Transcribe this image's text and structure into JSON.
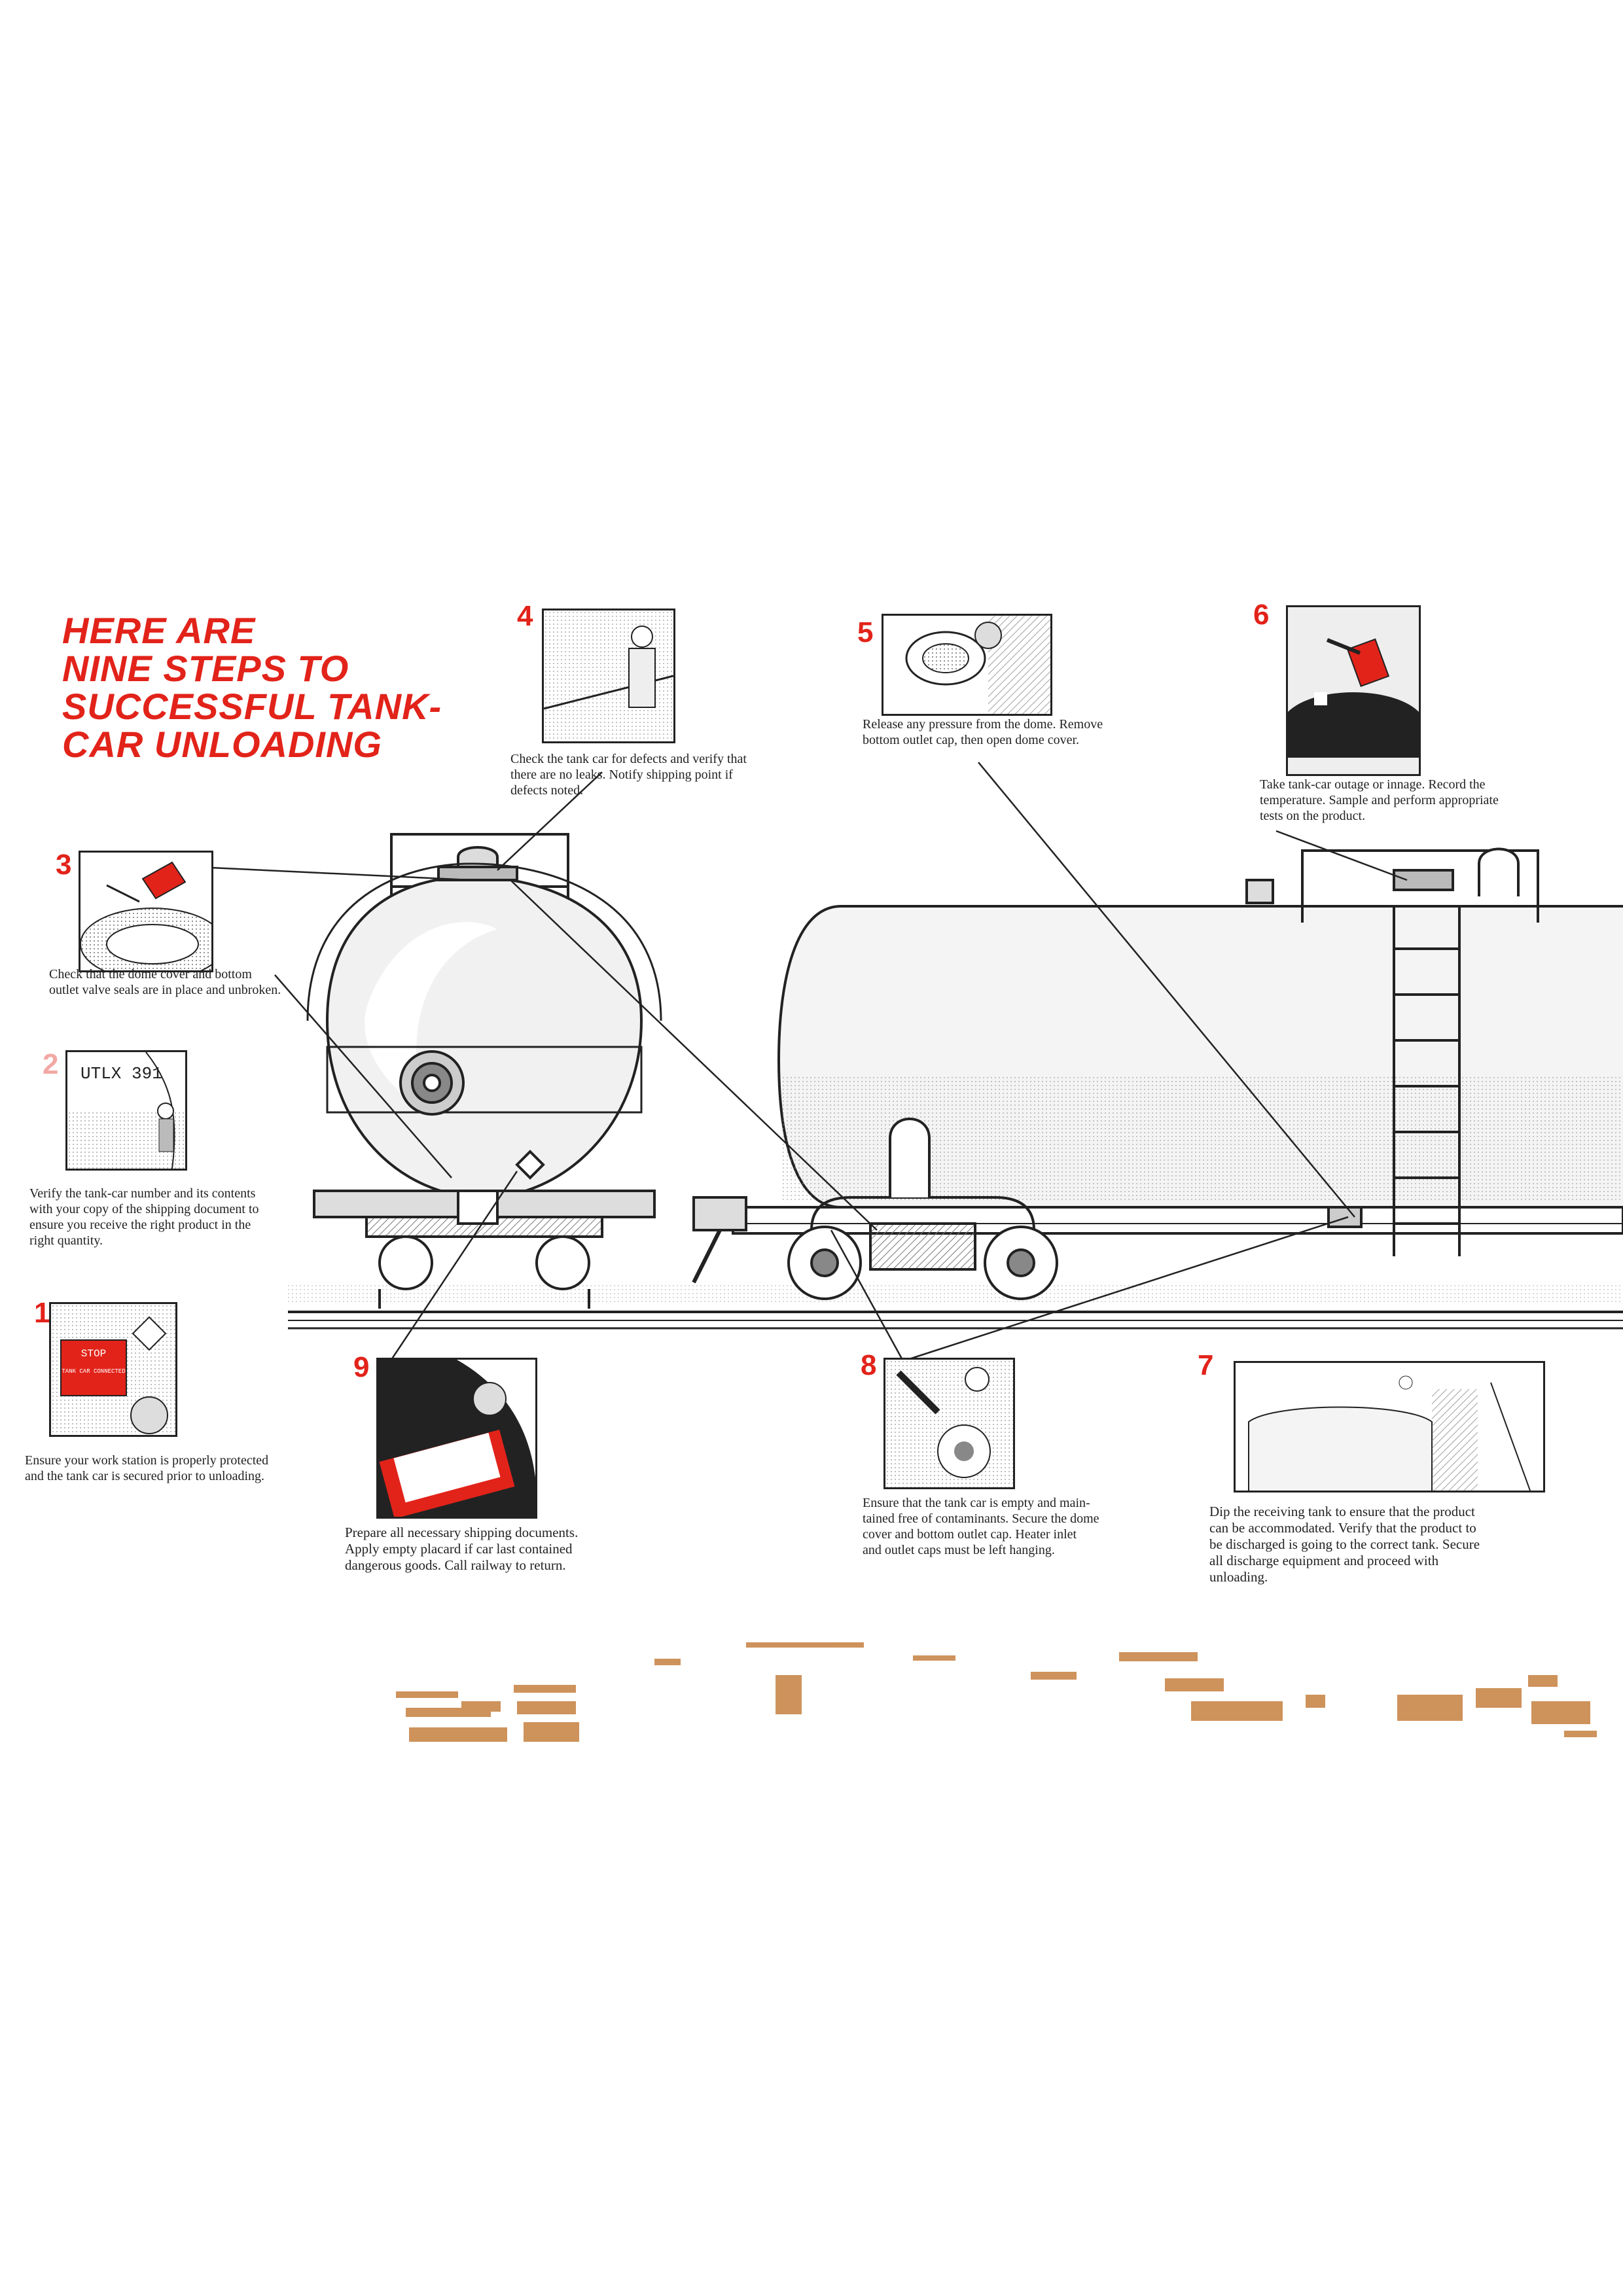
{
  "title_lines": [
    "HERE ARE",
    "NINE STEPS TO",
    "SUCCESSFUL TANK-",
    "CAR UNLOADING"
  ],
  "colors": {
    "accent": "#e2231a",
    "accent_faded": "#f2a8a4",
    "ink": "#222222",
    "stamp": "#c9874a"
  },
  "steps": [
    {
      "number": "1",
      "lines": [
        "Ensure your work station is properly protected",
        "and the tank car is secured prior to unloading."
      ],
      "picture_text": [
        "STOP",
        "TANK CAR CONNECTED"
      ]
    },
    {
      "number": "2",
      "lines": [
        "Verify the tank-car number and its contents",
        "with your copy of the shipping document to",
        "ensure you receive the right product in the",
        "right quantity."
      ],
      "picture_text": [
        "UTLX 391"
      ]
    },
    {
      "number": "3",
      "lines": [
        "Check that the dome cover and bottom",
        "outlet valve seals are in place and unbroken."
      ]
    },
    {
      "number": "4",
      "lines": [
        "Check the tank car for defects and verify that",
        "there are no leaks. Notify shipping point if",
        "defects noted."
      ]
    },
    {
      "number": "5",
      "lines": [
        "Release any pressure from the dome. Remove",
        "bottom outlet cap, then open dome cover."
      ]
    },
    {
      "number": "6",
      "lines": [
        "Take tank-car outage or innage. Record the",
        "temperature. Sample and perform appropriate",
        "tests on the product."
      ]
    },
    {
      "number": "7",
      "lines": [
        "Dip the receiving tank to ensure that the product",
        "can be accommodated. Verify that the product to",
        "be discharged is going to the correct tank. Secure",
        "all discharge equipment and proceed with",
        "unloading."
      ]
    },
    {
      "number": "8",
      "lines": [
        "Ensure that the tank car is empty and main-",
        "tained free of contaminants. Secure the dome",
        "cover and bottom outlet cap. Heater inlet",
        "and outlet caps must be left hanging."
      ]
    },
    {
      "number": "9",
      "lines": [
        "Prepare all necessary shipping documents.",
        "Apply empty placard if car last contained",
        "dangerous goods. Call railway to return."
      ]
    }
  ]
}
